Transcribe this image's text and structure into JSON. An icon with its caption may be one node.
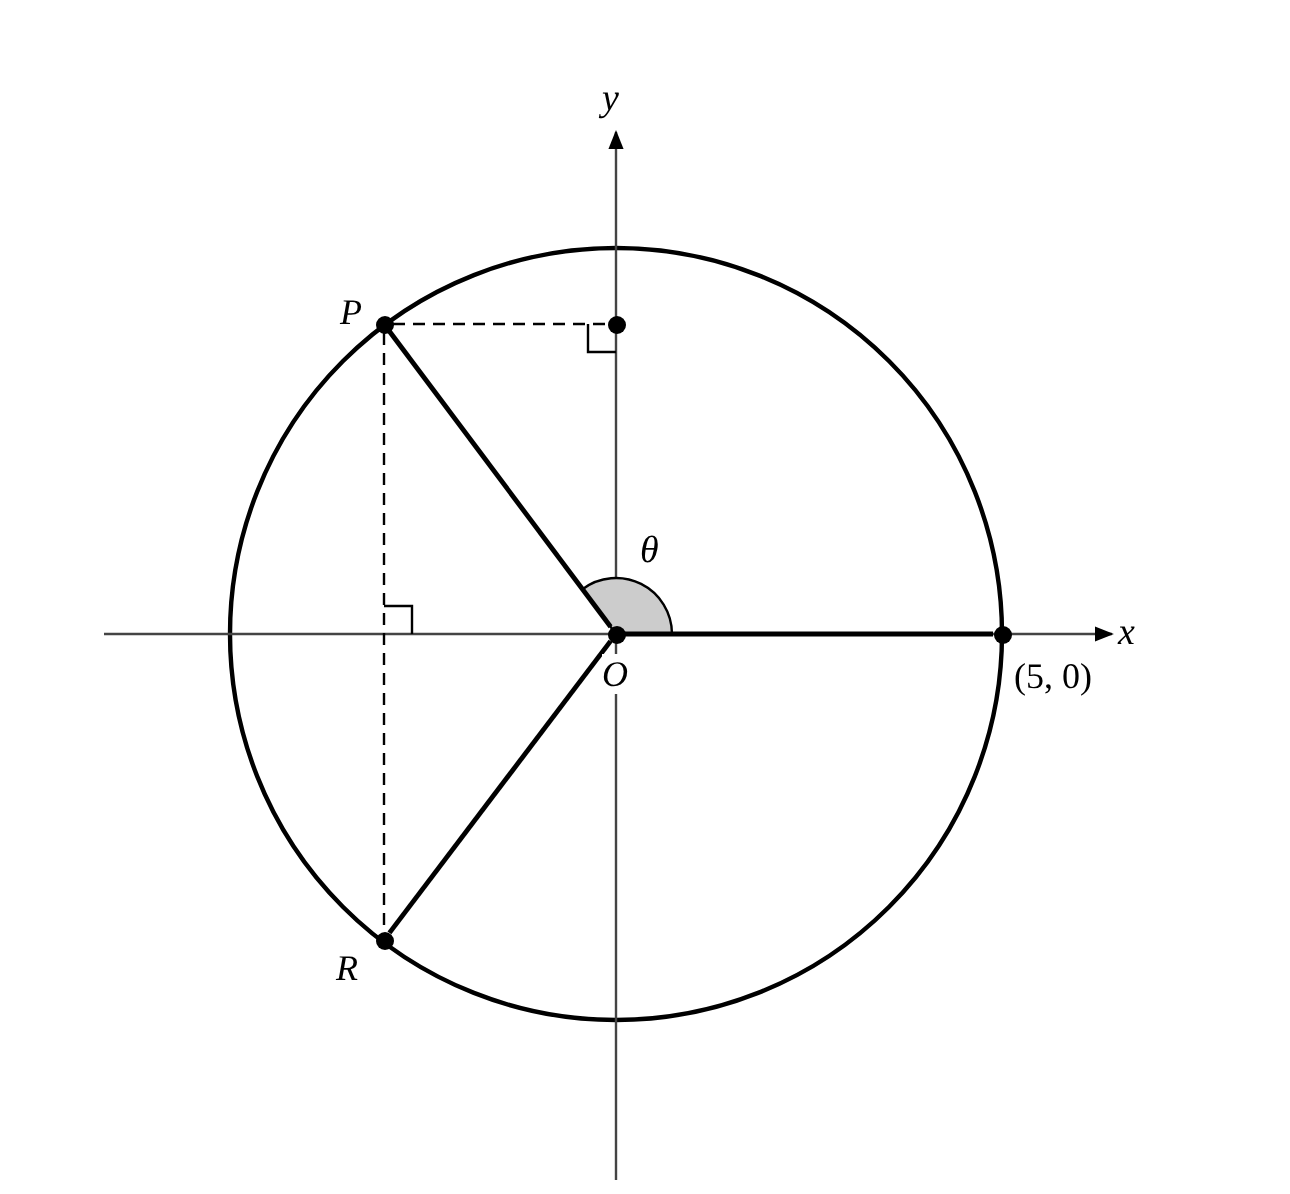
{
  "diagram": {
    "nodes": [
      {
        "text": [
          "P"
        ]
      },
      {
        "text": [],
        "shape": "circle"
      },
      {
        "text": [
          "O"
        ]
      },
      {
        "text": [
          "(5, 0)"
        ]
      },
      {
        "text": [
          "R"
        ]
      }
    ],
    "edges": [
      {
        "from": 0,
        "to": 2,
        "arrow": "none"
      },
      {
        "from": 2,
        "to": 3,
        "arrow": "none"
      },
      {
        "from": 4,
        "to": 2,
        "arrow": "none"
      },
      {
        "from": 0,
        "to": 1,
        "arrow": "none",
        "style": "dashed"
      },
      {
        "from": 0,
        "to": 4,
        "arrow": "none",
        "style": "dashed"
      }
    ],
    "labels": [
      "y",
      "θ",
      "x"
    ]
  }
}
